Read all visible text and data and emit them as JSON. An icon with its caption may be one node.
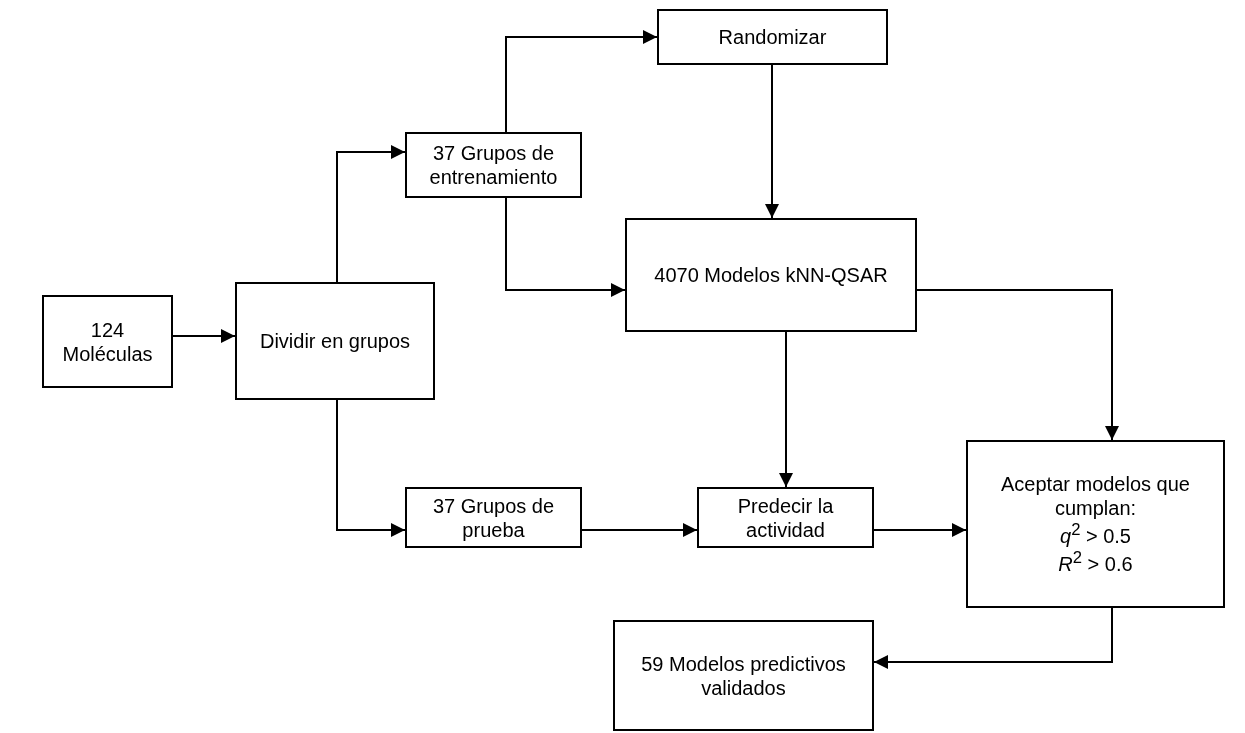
{
  "diagram": {
    "nodes": [
      {
        "text": [
          "124 Moléculas"
        ]
      },
      {
        "text": [
          "Dividir en grupos"
        ]
      },
      {
        "text": [
          "37 Grupos de entrenamiento"
        ]
      },
      {
        "text": [
          "Randomizar"
        ]
      },
      {
        "text": [
          "4070 Modelos kNN-QSAR"
        ]
      },
      {
        "text": [
          "37 Grupos de prueba"
        ]
      },
      {
        "text": [
          "Predecir la actividad"
        ]
      },
      {
        "text": [
          "Aceptar modelos que cumplan:",
          "*q*$^{2}$ > 0.5",
          "*R*$^{2}$ > 0.6"
        ]
      },
      {
        "text": [
          "59 Modelos predictivos validados"
        ]
      }
    ],
    "edges": [
      {
        "from": 0,
        "to": 1,
        "arrow": "to"
      },
      {
        "from": 1,
        "to": 2,
        "arrow": "to"
      },
      {
        "from": 2,
        "to": 3,
        "arrow": "to"
      },
      {
        "from": 3,
        "to": 4,
        "arrow": "to"
      },
      {
        "from": 2,
        "to": 4,
        "arrow": "to"
      },
      {
        "from": 1,
        "to": 5,
        "arrow": "to"
      },
      {
        "from": 5,
        "to": 6,
        "arrow": "to"
      },
      {
        "from": 4,
        "to": 6,
        "arrow": "to"
      },
      {
        "from": 6,
        "to": 7,
        "arrow": "to"
      },
      {
        "from": 4,
        "to": 7,
        "arrow": "to"
      },
      {
        "from": 7,
        "to": 8,
        "arrow": "to"
      }
    ]
  }
}
